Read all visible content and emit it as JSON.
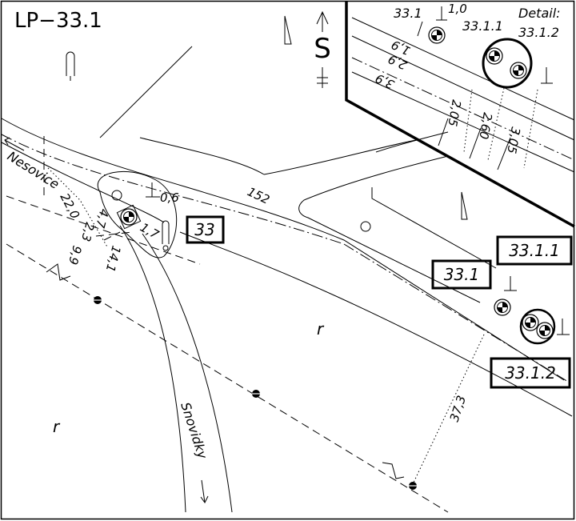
{
  "sheet_label": "LP−33.1",
  "detail": {
    "title": "Detail:",
    "ref": "33.1.2"
  },
  "north": {
    "letter": "S"
  },
  "streets": {
    "west": "Nesovice",
    "south": "Snovidky"
  },
  "labels": {
    "box_33": "33",
    "box_33_1": "33.1",
    "box_33_1_1": "33.1.1",
    "box_33_1_2": "33.1.2",
    "r_mark": "r"
  },
  "dims_main": {
    "d152": "152",
    "d220": "22,0",
    "d47": "4,7",
    "d23": "2,3",
    "d141": "14,1",
    "d99": "9,9",
    "d17": "1,7",
    "d06": "0,6",
    "d373": "37,3"
  },
  "dims_inset": {
    "lbl_33_1": "33.1",
    "lbl_33_1_1": "33.1.1",
    "d10": "1,0",
    "d19": "1,9",
    "d29": "2,9",
    "d39": "3,9",
    "d205": "2,05",
    "d260": "2,60",
    "d305": "3,05"
  }
}
